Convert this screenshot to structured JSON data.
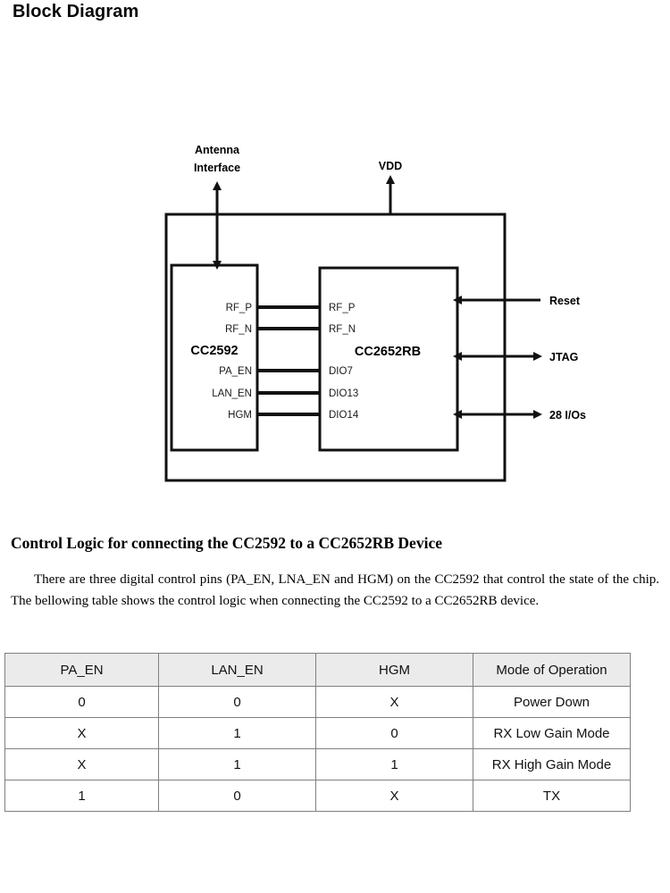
{
  "page_title": "Block Diagram",
  "diagram": {
    "external_labels": {
      "antenna_line1": "Antenna",
      "antenna_line2": "Interface",
      "vdd": "VDD",
      "reset": "Reset",
      "jtag": "JTAG",
      "ios": "28 I/Os"
    },
    "chips": [
      {
        "name": "CC2592",
        "pins": [
          "RF_P",
          "RF_N",
          "PA_EN",
          "LAN_EN",
          "HGM"
        ]
      },
      {
        "name": "CC2652RB",
        "pins": [
          "RF_P",
          "RF_N",
          "DIO7",
          "DIO13",
          "DIO14"
        ]
      }
    ],
    "connections": [
      {
        "from": "RF_P",
        "to": "RF_P"
      },
      {
        "from": "RF_N",
        "to": "RF_N"
      },
      {
        "from": "PA_EN",
        "to": "DIO7"
      },
      {
        "from": "LAN_EN",
        "to": "DIO13"
      },
      {
        "from": "HGM",
        "to": "DIO14"
      }
    ],
    "colors": {
      "stroke": "#111111",
      "background": "#ffffff"
    }
  },
  "section": {
    "heading": "Control Logic for connecting the CC2592 to a CC2652RB Device",
    "paragraph": "There are three digital control pins (PA_EN, LNA_EN and HGM) on the CC2592 that control the state of the chip. The bellowing table shows the control logic when connecting the CC2592 to a CC2652RB device."
  },
  "table": {
    "headers": [
      "PA_EN",
      "LAN_EN",
      "HGM",
      "Mode of Operation"
    ],
    "rows": [
      [
        "0",
        "0",
        "X",
        "Power Down"
      ],
      [
        "X",
        "1",
        "0",
        "RX Low Gain Mode"
      ],
      [
        "X",
        "1",
        "1",
        "RX High Gain Mode"
      ],
      [
        "1",
        "0",
        "X",
        "TX"
      ]
    ],
    "header_background": "#ebebeb",
    "border_color": "#808080"
  }
}
